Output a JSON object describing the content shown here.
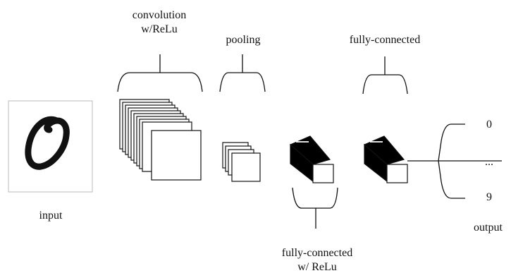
{
  "labels": {
    "conv_line1": "convolution",
    "conv_line2": "w/ReLu",
    "pooling": "pooling",
    "fc_top": "fully-connected",
    "fc_bottom_line1": "fully-connected",
    "fc_bottom_line2": "w/ ReLu",
    "input": "input",
    "output": "output",
    "out_0": "0",
    "out_dots": "...",
    "out_9": "9"
  },
  "colors": {
    "stroke": "#111111",
    "block_fill": "#000000",
    "face_fill": "#ffffff"
  }
}
